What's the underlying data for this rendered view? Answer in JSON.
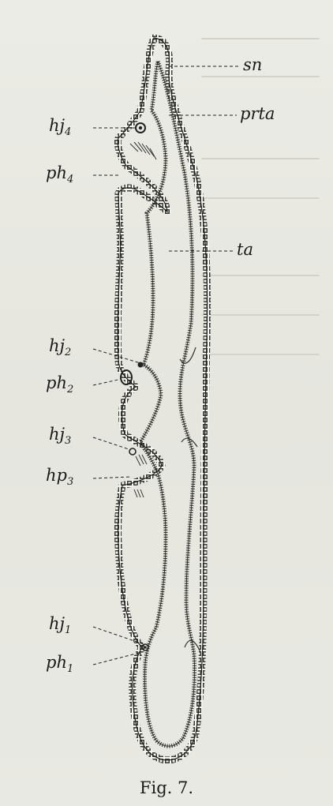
{
  "labels": {
    "sn": {
      "base": "sn",
      "sub": ""
    },
    "prta": {
      "base": "prta",
      "sub": ""
    },
    "hj4": {
      "base": "hj",
      "sub": "4"
    },
    "ph4": {
      "base": "ph",
      "sub": "4"
    },
    "ta": {
      "base": "ta",
      "sub": ""
    },
    "hj2": {
      "base": "hj",
      "sub": "2"
    },
    "ph2": {
      "base": "ph",
      "sub": "2"
    },
    "hj3": {
      "base": "hj",
      "sub": "3"
    },
    "hp3": {
      "base": "hp",
      "sub": "3"
    },
    "hj1": {
      "base": "hj",
      "sub": "1"
    },
    "ph1": {
      "base": "ph",
      "sub": "1"
    }
  },
  "caption": "Fig. 7."
}
